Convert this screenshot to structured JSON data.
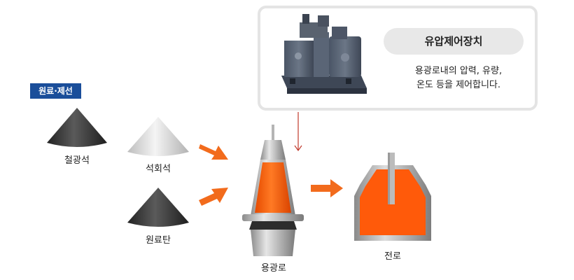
{
  "badge": {
    "text": "원료·제선",
    "color": "#1a4e9a"
  },
  "callout": {
    "title": "유압제어장치",
    "desc_line1": "용광로내의 압력, 유량,",
    "desc_line2": "온도 등을 제어합니다."
  },
  "materials": {
    "iron_ore": "철광석",
    "limestone": "석회석",
    "coke": "원료탄"
  },
  "furnaces": {
    "blast_furnace": "용광로",
    "converter": "전로"
  },
  "colors": {
    "molten": "#ff5a0a",
    "arrow": "#f26b1c",
    "pointer": "#c0392b",
    "dark_pile": "#3a3a3a",
    "light_pile": "#d4d4d4"
  }
}
